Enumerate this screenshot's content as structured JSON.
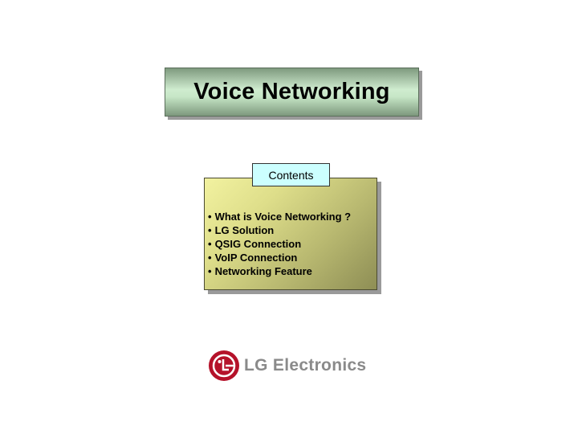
{
  "slide": {
    "title": "Voice Networking",
    "contents": {
      "label": "Contents",
      "items": [
        "What is Voice Networking ?",
        "LG Solution",
        "QSIG Connection",
        "VoIP Connection",
        "Networking Feature"
      ],
      "bullet": "•"
    },
    "logo": {
      "icon": "lg-face-logo-icon",
      "text": "LG Electronics",
      "color": "#b5122a"
    }
  },
  "colors": {
    "title_box": "#c6e6c6",
    "contents_label": "#ccffff",
    "contents_box": "#dede8a",
    "logo_text": "#8a8a8a"
  }
}
